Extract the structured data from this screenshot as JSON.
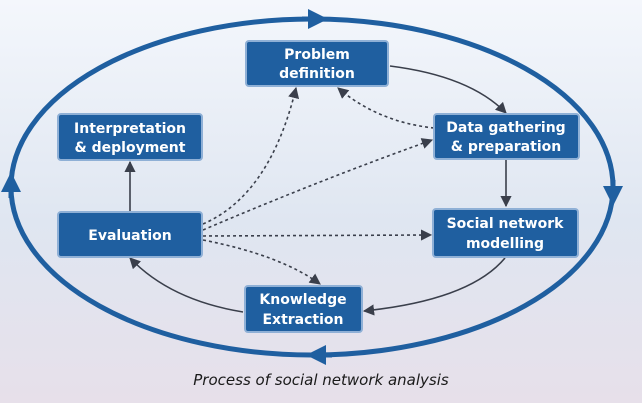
{
  "nodes": {
    "problem_definition": [
      "Problem",
      "definition"
    ],
    "data_gathering": [
      "Data gathering",
      "& preparation"
    ],
    "social_network_modelling": [
      "Social network",
      "modelling"
    ],
    "knowledge_extraction": [
      "Knowledge",
      "Extraction"
    ],
    "evaluation": [
      "Evaluation"
    ],
    "interpretation": [
      "Interpretation",
      "& deployment"
    ]
  },
  "caption": "Process of social network analysis",
  "colors": {
    "box_fill": "#1f5fa0",
    "box_border": "#8fb0d6",
    "cycle_ring": "#1f5fa0",
    "arrows": "#3a3f4b"
  }
}
